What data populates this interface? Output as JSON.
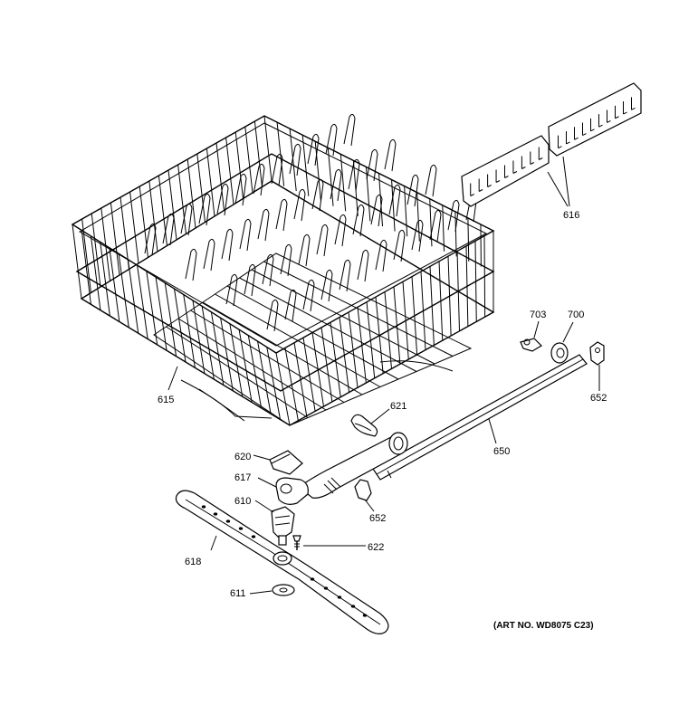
{
  "labels": {
    "p616": "616",
    "p703": "703",
    "p700": "700",
    "p652a": "652",
    "p615": "615",
    "p621": "621",
    "p650": "650",
    "p620": "620",
    "p617": "617",
    "p652b": "652",
    "p610": "610",
    "p622": "622",
    "p618": "618",
    "p611": "611"
  },
  "art_number": "(ART NO. WD8075 C23)"
}
